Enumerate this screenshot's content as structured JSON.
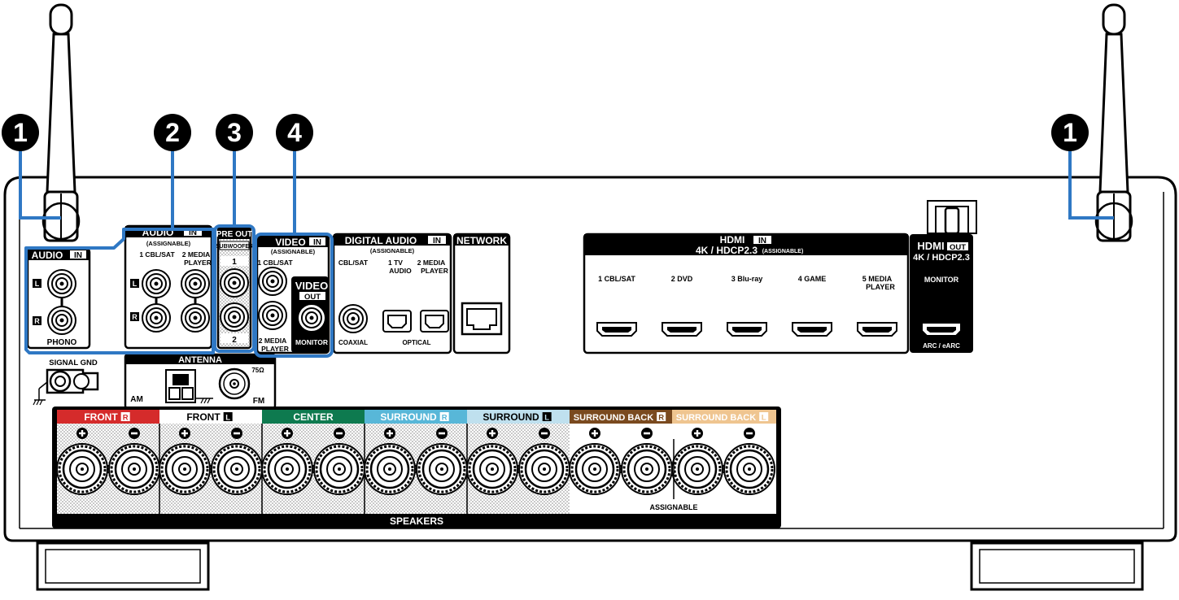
{
  "callouts": {
    "one": "1",
    "two": "2",
    "three": "3",
    "four": "4"
  },
  "audio_in_phono": {
    "title": "AUDIO",
    "in_badge": "IN",
    "l": "L",
    "r": "R",
    "phono": "PHONO"
  },
  "audio_in": {
    "title": "AUDIO",
    "in_badge": "IN",
    "assignable": "(ASSIGNABLE)",
    "input1": "1 CBL/SAT",
    "input2_a": "2  MEDIA",
    "input2_b": "PLAYER",
    "l": "L",
    "r": "R"
  },
  "pre_out": {
    "title": "PRE OUT",
    "subwoofer": "SUBWOOFER",
    "one": "1",
    "two": "2"
  },
  "video_in": {
    "title": "VIDEO",
    "in_badge": "IN",
    "assignable": "(ASSIGNABLE)",
    "input1": "1 CBL/SAT",
    "input2_a": "2  MEDIA",
    "input2_b": "PLAYER"
  },
  "video_out": {
    "title": "VIDEO",
    "out_badge": "OUT",
    "monitor": "MONITOR"
  },
  "digital_audio": {
    "title": "DIGITAL AUDIO",
    "in_badge": "IN",
    "assignable": "(ASSIGNABLE)",
    "cbl": "CBL/SAT",
    "tv_a": "1   TV",
    "tv_b": "AUDIO",
    "mp_a": "2  MEDIA",
    "mp_b": "PLAYER",
    "coaxial": "COAXIAL",
    "optical": "OPTICAL"
  },
  "network": {
    "title": "NETWORK"
  },
  "hdmi_in": {
    "title": "HDMI",
    "in_badge": "IN",
    "subtitle": "4K / HDCP2.3",
    "assignable": "(ASSIGNABLE)",
    "inputs": [
      "1  CBL/SAT",
      "2  DVD",
      "3  Blu-ray",
      "4  GAME",
      "5  MEDIA"
    ],
    "input5_b": "PLAYER"
  },
  "hdmi_out": {
    "title": "HDMI",
    "out_badge": "OUT",
    "subtitle": "4K / HDCP2.3",
    "monitor": "MONITOR",
    "arc": "ARC / eARC"
  },
  "signal_gnd": {
    "label": "SIGNAL GND"
  },
  "antenna": {
    "title": "ANTENNA",
    "am": "AM",
    "fm": "FM",
    "ohm": "75Ω"
  },
  "speakers": {
    "footer": "SPEAKERS",
    "assignable": "ASSIGNABLE",
    "groups": [
      {
        "name": "FRONT",
        "ch": "R",
        "color": "#d52b2b"
      },
      {
        "name": "FRONT",
        "ch": "L",
        "color": "#ffffff"
      },
      {
        "name": "CENTER",
        "ch": "",
        "color": "#0e7a4f"
      },
      {
        "name": "SURROUND",
        "ch": "R",
        "color": "#58b7d8"
      },
      {
        "name": "SURROUND",
        "ch": "L",
        "color": "#bfe0ee"
      },
      {
        "name": "SURROUND BACK",
        "ch": "R",
        "color": "#7a4a1f"
      },
      {
        "name": "SURROUND BACK",
        "ch": "L",
        "color": "#efc590"
      }
    ]
  },
  "colors": {
    "callout_line": "#2f78c4",
    "panel": "#000000"
  }
}
